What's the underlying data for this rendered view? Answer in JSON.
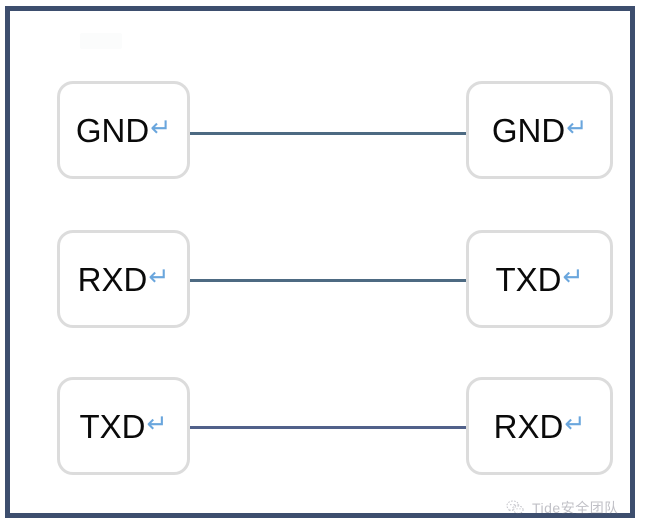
{
  "frame": {
    "border_color": "#3d4e6e",
    "background": "#ffffff"
  },
  "diagram": {
    "title": "",
    "type": "serial-null-modem-wiring",
    "node_border_color": "#dcdcdc",
    "connector_color": "#4d6a82",
    "return_symbol_color": "#6aa6dd",
    "return_symbol": "↵",
    "rows": [
      {
        "left_label": "GND",
        "left_return": "↵",
        "right_label": "GND",
        "right_return": "↵"
      },
      {
        "left_label": "RXD",
        "left_return": "↵",
        "right_label": "TXD",
        "right_return": "↵"
      },
      {
        "left_label": "TXD",
        "left_return": "↵",
        "right_label": "RXD",
        "right_return": "↵"
      }
    ]
  },
  "watermark": {
    "icon": "wechat-icon",
    "text": "Tide安全团队"
  }
}
